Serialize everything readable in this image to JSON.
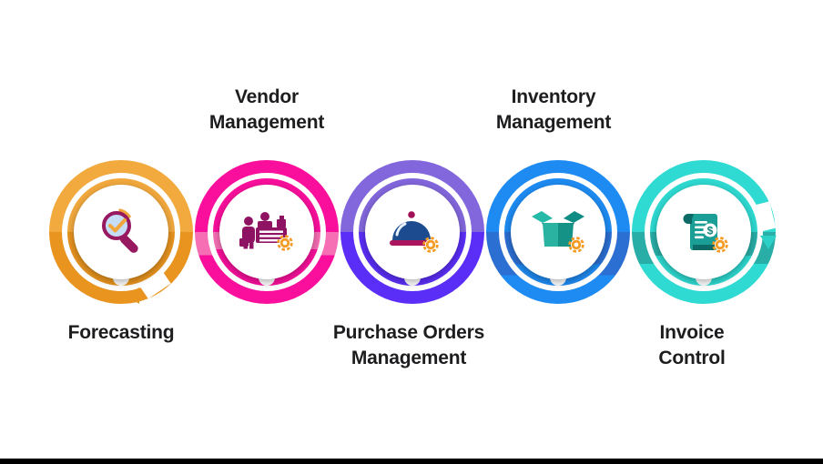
{
  "diagram": {
    "kind": "process-flow",
    "text_color": "#1D1D1F",
    "gear_accent_color": "#F59A23",
    "bottom_bar_color": "#000000",
    "steps": [
      {
        "id": "forecasting",
        "label": "Forecasting",
        "label_position": "bottom",
        "icon": "magnifier-check-icon",
        "ring_top": "#F2A93E",
        "ring_mid": "#E8941F",
        "ring_mid_end": 100,
        "ring_bottom": "#E8941F",
        "arrow": "start",
        "arrow_color": "#E8941F"
      },
      {
        "id": "vendor-management",
        "label": "Vendor\nManagement",
        "label_position": "top",
        "icon": "vendor-desk-icon",
        "ring_top": "#FA0F9C",
        "ring_mid": "#F66FB4",
        "ring_mid_end": 66,
        "ring_bottom": "#FA0F9C",
        "arrow": "none",
        "arrow_color": ""
      },
      {
        "id": "purchase-orders-management",
        "label": "Purchase Orders\nManagement",
        "label_position": "bottom",
        "icon": "serving-cloche-icon",
        "ring_top": "#8267DC",
        "ring_mid": "#5B2EF8",
        "ring_mid_end": 100,
        "ring_bottom": "#5B2EF8",
        "arrow": "none",
        "arrow_color": ""
      },
      {
        "id": "inventory-management",
        "label": "Inventory\nManagement",
        "label_position": "top",
        "icon": "open-box-icon",
        "ring_top": "#1E8BF2",
        "ring_mid": "#2C6FD2",
        "ring_mid_end": 80,
        "ring_bottom": "#1E8BF2",
        "arrow": "none",
        "arrow_color": ""
      },
      {
        "id": "invoice-control",
        "label": "Invoice\nControl",
        "label_position": "bottom",
        "icon": "invoice-icon",
        "ring_top": "#2EDAD1",
        "ring_mid": "#28AEA7",
        "ring_mid_end": 72,
        "ring_bottom": "#2EDAD1",
        "arrow": "end",
        "arrow_color": "#2BD0C7"
      }
    ]
  }
}
